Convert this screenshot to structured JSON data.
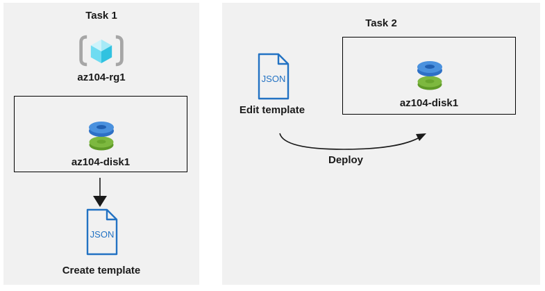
{
  "task1": {
    "title": "Task 1",
    "resource_group": {
      "label": "az104-rg1"
    },
    "disk_box": {
      "label": "az104-disk1"
    },
    "json_doc": {
      "label": "JSON"
    },
    "caption": "Create template"
  },
  "task2": {
    "title": "Task 2",
    "json_doc": {
      "label": "JSON"
    },
    "edit_caption": "Edit template",
    "disk_box": {
      "label": "az104-disk1"
    },
    "arrow_label": "Deploy"
  },
  "icons": {
    "resource_group": "gray-brackets-with-cyan-cube",
    "managed_disk": "blue-disk-stacked-on-green-disk",
    "json_template": "blue-outline-document-folded-corner",
    "task1_flow": "straight-arrow-down",
    "task2_flow": "curved-arrow-right-up"
  },
  "colors": {
    "panel_bg": "#f1f1f1",
    "border_black": "#000000",
    "text_dark": "#1a1a1a",
    "arrow_black": "#1a1a1a",
    "json_blue": "#2272c3",
    "disk_blue_face": "#4a91de",
    "disk_blue_side": "#2e70c6",
    "disk_blue_hole": "#2160b2",
    "disk_green_face": "#7db83f",
    "disk_green_side": "#5f9a28",
    "disk_green_hole": "#69a52e",
    "cube_top_left": "#cdf3fb",
    "cube_top_right": "#a6eaf7",
    "cube_left": "#6fdcf2",
    "cube_right": "#31c2e0",
    "bracket_gray": "#a6a6a6"
  }
}
